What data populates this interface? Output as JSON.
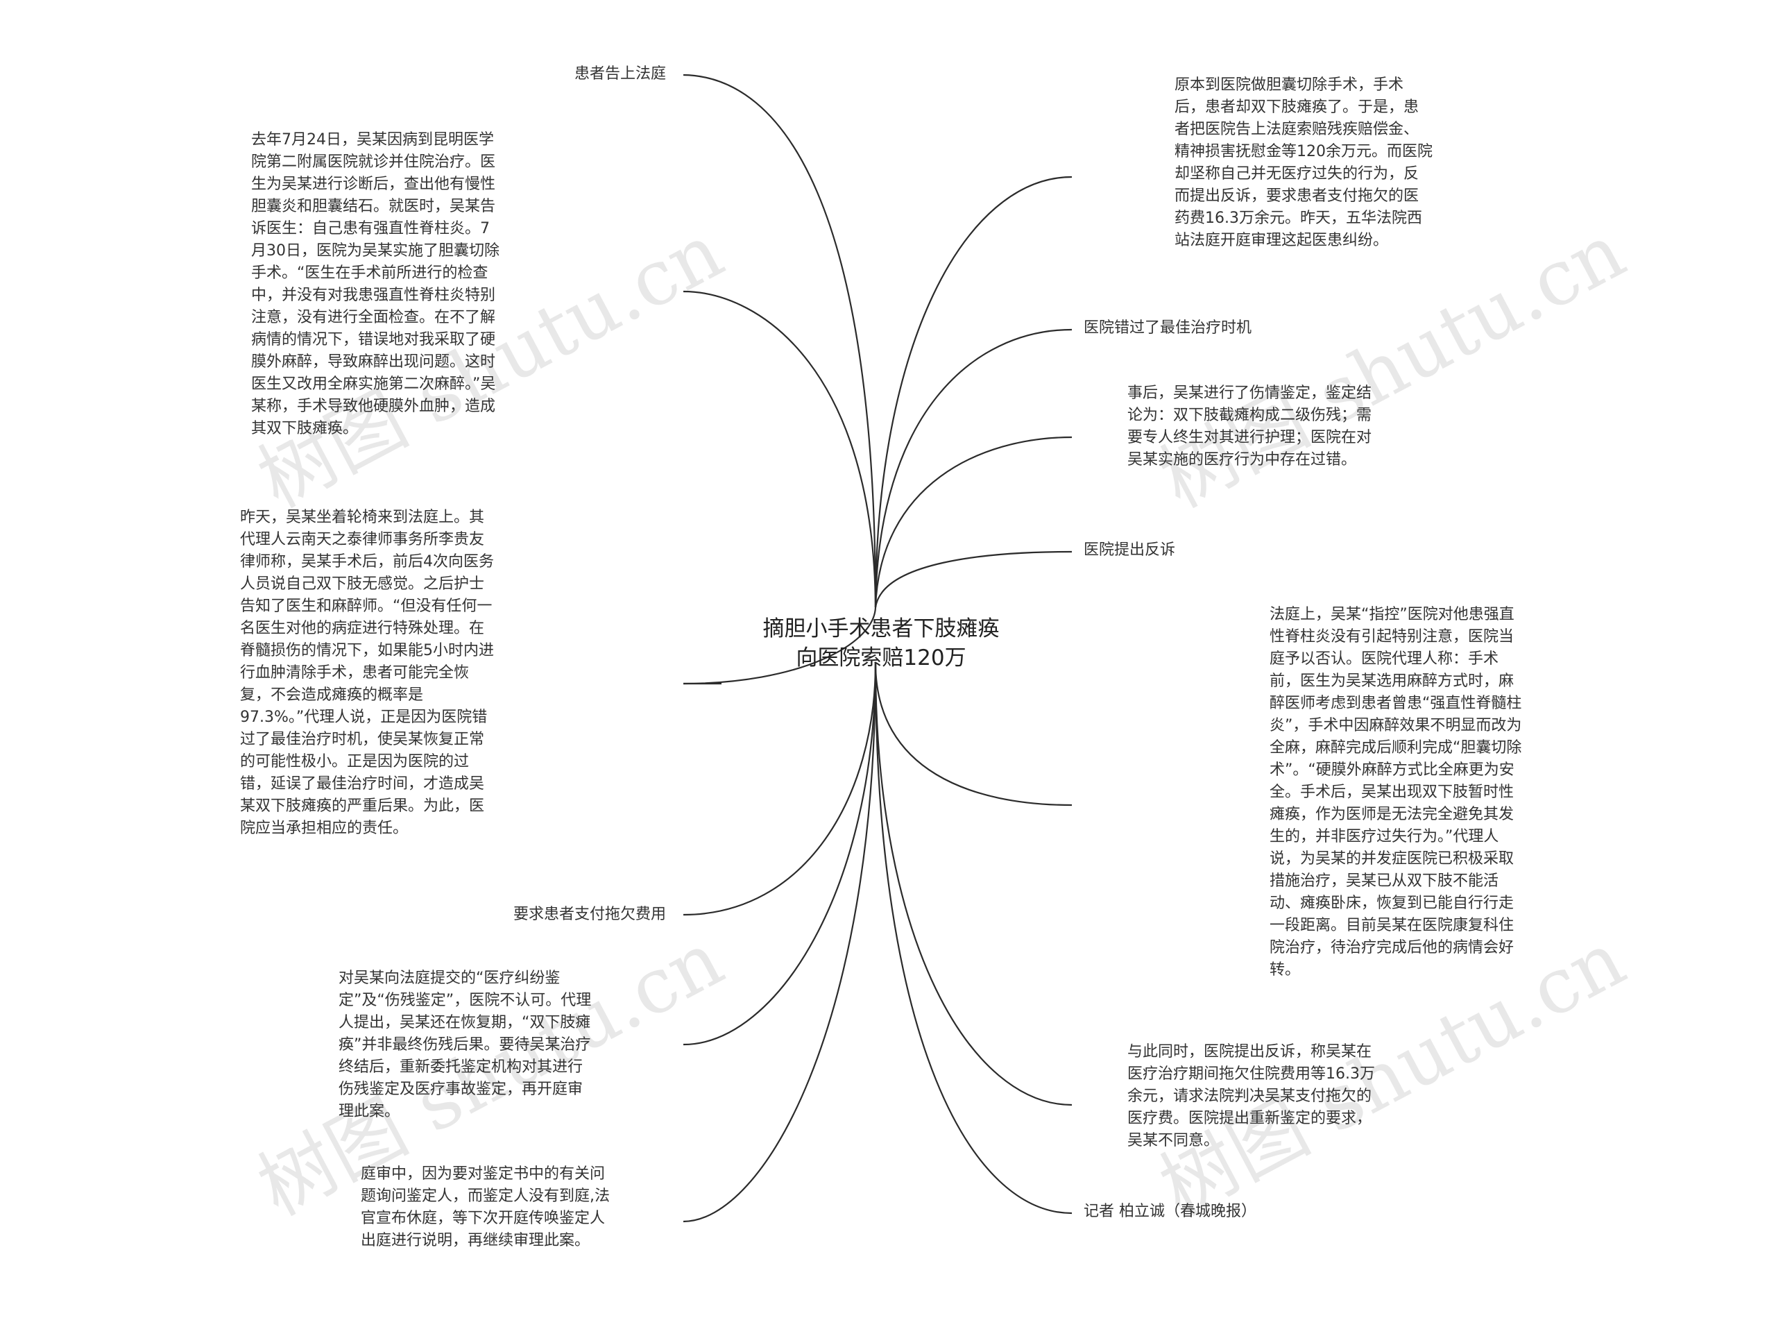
{
  "watermark": "树图 shutu.cn",
  "center": {
    "line1": "摘胆小手术患者下肢瘫痪",
    "line2": "向医院索赔120万"
  },
  "left": {
    "branch1": "患者告上法庭",
    "para1": "去年7月24日，吴某因病到昆明医学院第二附属医院就诊并住院治疗。医生为吴某进行诊断后，查出他有慢性胆囊炎和胆囊结石。就医时，吴某告诉医生：自己患有强直性脊柱炎。7月30日，医院为吴某实施了胆囊切除手术。“医生在手术前所进行的检查中，并没有对我患强直性脊柱炎特别注意，没有进行全面检查。在不了解病情的情况下，错误地对我采取了硬膜外麻醉，导致麻醉出现问题。这时医生又改用全麻实施第二次麻醉。”吴某称，手术导致他硬膜外血肿，造成其双下肢瘫痪。",
    "para2": "昨天，吴某坐着轮椅来到法庭上。其代理人云南天之泰律师事务所李贵友律师称，吴某手术后，前后4次向医务人员说自己双下肢无感觉。之后护士告知了医生和麻醉师。“但没有任何一名医生对他的病症进行特殊处理。在脊髓损伤的情况下，如果能5小时内进行血肿清除手术，患者可能完全恢复，不会造成瘫痪的概率是97.3%。”代理人说，正是因为医院错过了最佳治疗时机，使吴某恢复正常的可能性极小。正是因为医院的过错，延误了最佳治疗时间，才造成吴某双下肢瘫痪的严重后果。为此，医院应当承担相应的责任。",
    "branch2": "要求患者支付拖欠费用",
    "para3": "对吴某向法庭提交的“医疗纠纷鉴定”及“伤残鉴定”，医院不认可。代理人提出，吴某还在恢复期，“双下肢瘫痪”并非最终伤残后果。要待吴某治疗终结后，重新委托鉴定机构对其进行伤残鉴定及医疗事故鉴定，再开庭审理此案。",
    "para4": "庭审中，因为要对鉴定书中的有关问题询问鉴定人，而鉴定人没有到庭,法官宣布休庭，等下次开庭传唤鉴定人出庭进行说明，再继续审理此案。"
  },
  "right": {
    "para1": "原本到医院做胆囊切除手术，手术后，患者却双下肢瘫痪了。于是，患者把医院告上法庭索赔残疾赔偿金、精神损害抚慰金等120余万元。而医院却坚称自己并无医疗过失的行为，反而提出反诉，要求患者支付拖欠的医药费16.3万余元。昨天，五华法院西站法庭开庭审理这起医患纠纷。",
    "branch1": "医院错过了最佳治疗时机",
    "para2": "事后，吴某进行了伤情鉴定，鉴定结论为：双下肢截瘫构成二级伤残；需要专人终生对其进行护理；医院在对吴某实施的医疗行为中存在过错。",
    "branch2": "医院提出反诉",
    "para3": "法庭上，吴某“指控”医院对他患强直性脊柱炎没有引起特别注意，医院当庭予以否认。医院代理人称：手术前，医生为吴某选用麻醉方式时，麻醉医师考虑到患者曾患“强直性脊髓柱炎”，手术中因麻醉效果不明显而改为全麻，麻醉完成后顺利完成“胆囊切除术”。“硬膜外麻醉方式比全麻更为安全。手术后，吴某出现双下肢暂时性瘫痪，作为医师是无法完全避免其发生的，并非医疗过失行为。”代理人说，为吴某的并发症医院已积极采取措施治疗，吴某已从双下肢不能活动、瘫痪卧床，恢复到已能自行行走一段距离。目前吴某在医院康复科住院治疗，待治疗完成后他的病情会好转。",
    "para4": "与此同时，医院提出反诉，称吴某在医疗治疗期间拖欠住院费用等16.3万余元，请求法院判决吴某支付拖欠的医疗费。医院提出重新鉴定的要求，吴某不同意。",
    "branch3": "记者 柏立诚（春城晚报）"
  }
}
